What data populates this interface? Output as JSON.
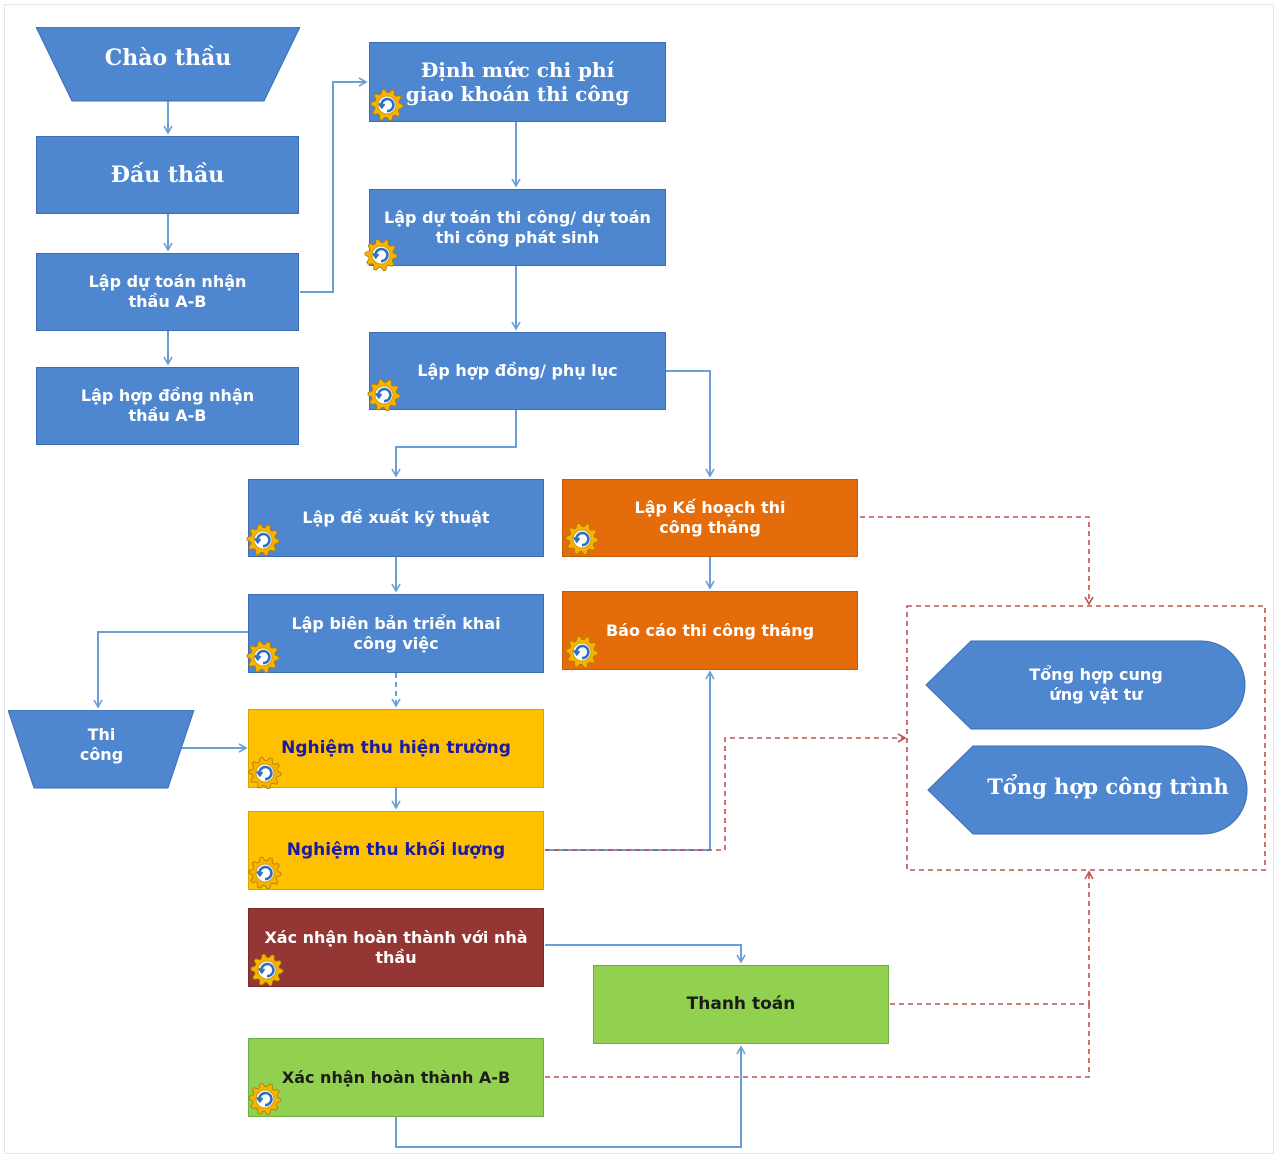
{
  "nodes": {
    "chao_thau": "Chào thầu",
    "dau_thau": "Đấu thầu",
    "lap_du_toan_nhan_thau": "Lập dự toán nhận thầu A-B",
    "lap_hop_dong_nhan_thau": "Lập hợp đồng nhận thầu A-B",
    "dinh_muc": "Định mức chi phí giao khoán thi công",
    "lap_du_toan_thi_cong": "Lập dự toán thi công/ dự toán thi công phát sinh",
    "lap_hop_dong_phu_luc": "Lập hợp đồng/ phụ lục",
    "lap_de_xuat": "Lập đề xuất kỹ thuật",
    "lap_bien_ban": "Lập biên bản triển khai công việc",
    "thi_cong": "Thi công",
    "nghiem_thu_hien_truong": "Nghiệm thu hiện trường",
    "nghiem_thu_khoi_luong": "Nghiệm thu khối lượng",
    "xac_nhan_nha_thau": "Xác nhận hoàn thành với nhà thầu",
    "xac_nhan_ab": "Xác nhận hoàn thành A-B",
    "lap_ke_hoach": "Lập Kế hoạch thi công tháng",
    "bao_cao": "Báo cáo thi công tháng",
    "thanh_toan": "Thanh toán",
    "tong_hop_cung_ung": "Tổng hợp cung ứng vật tư",
    "tong_hop_cong_trinh": "Tổng hợp công trình"
  },
  "colors": {
    "blue": "#4f86d0",
    "orange": "#e46c0a",
    "yellow": "#ffc000",
    "dark_red": "#943634",
    "green": "#92d050",
    "connector": "#6a9ed6",
    "dashed_connector": "#c0504d"
  },
  "icons": {
    "process_gear": "gear-icon"
  }
}
